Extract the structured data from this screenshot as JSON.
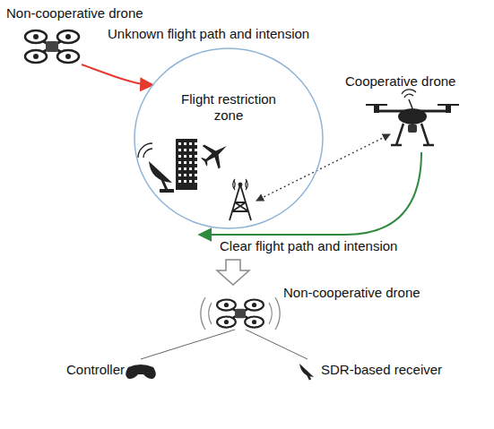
{
  "diagram": {
    "nodes": [
      {
        "text": [
          "Non-cooperative drone"
        ]
      },
      {
        "text": [
          "Flight restriction zone"
        ]
      },
      {
        "text": [
          "Cooperative drone"
        ]
      },
      {
        "text": [
          "Non-cooperative drone"
        ]
      },
      {
        "text": [
          "Controller"
        ]
      },
      {
        "text": [
          "SDR-based receiver"
        ]
      }
    ],
    "edges": [
      {
        "from": 0,
        "to": 1,
        "arrow": "to",
        "label": "Unknown flight path and intension"
      },
      {
        "from": 2,
        "to": 1,
        "arrow": "both"
      },
      {
        "from": 3,
        "to": 4,
        "arrow": "none"
      },
      {
        "from": 3,
        "to": 5,
        "arrow": "none"
      }
    ],
    "labels": [
      "Clear flight path and intension"
    ]
  }
}
